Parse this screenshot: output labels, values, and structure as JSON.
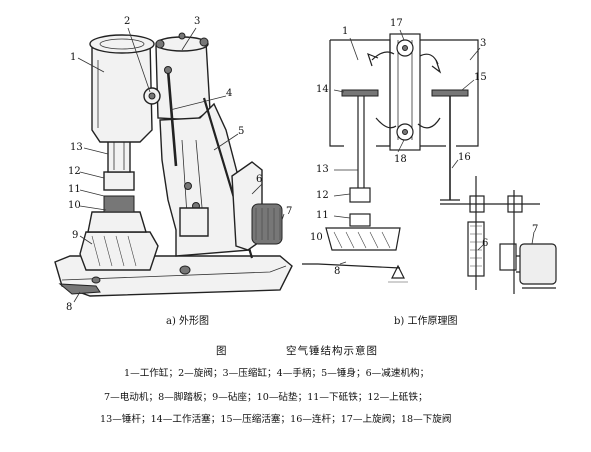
{
  "figure": {
    "caption_a": "a) 外形图",
    "caption_b": "b) 工作原理图",
    "title_prefix": "图",
    "title": "空气锤结构示意图"
  },
  "labels_a": [
    "1",
    "2",
    "3",
    "4",
    "5",
    "6",
    "7",
    "8",
    "9",
    "10",
    "11",
    "12",
    "13"
  ],
  "labels_b": [
    "1",
    "17",
    "3",
    "15",
    "14",
    "13",
    "12",
    "11",
    "10",
    "8",
    "18",
    "16",
    "6",
    "7"
  ],
  "legend": [
    "1—工作缸；2—旋阀；3—压缩缸；4—手柄；5—锤身；6—减速机构；",
    "7—电动机；8—脚踏板；9—砧座；10—砧垫；11—下砥铁；12—上砥铁；",
    "13—锤杆；14—工作活塞；15—压缩活塞；16—连杆；17—上旋阀；18—下旋阀"
  ]
}
